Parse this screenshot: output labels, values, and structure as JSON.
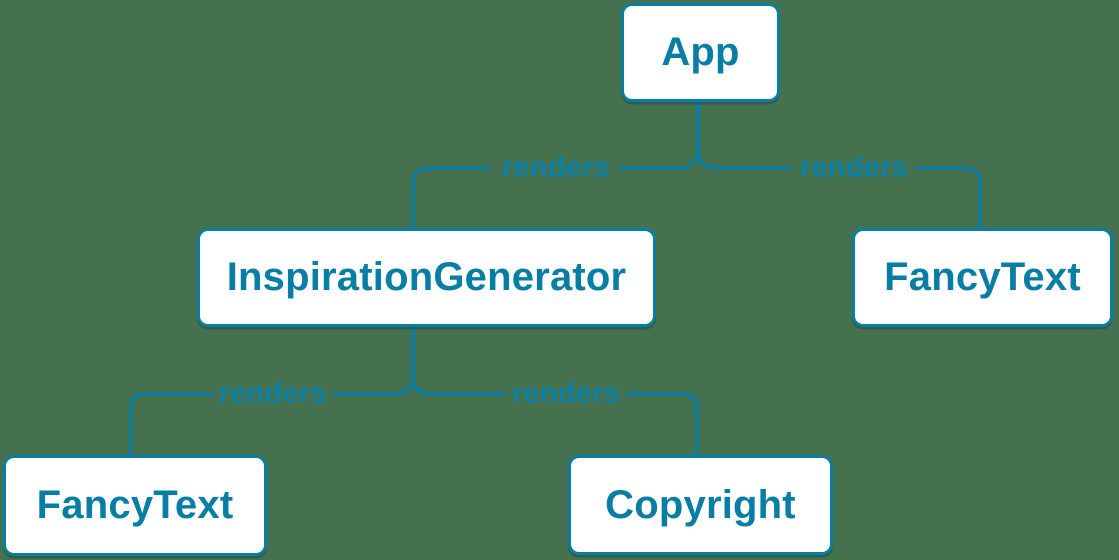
{
  "diagram": {
    "type": "render-tree",
    "colors": {
      "background": "#46714E",
      "accent_blue": "#087EA4",
      "node_fill": "#FFFFFF",
      "edge_label_blue": "#0A81A8"
    },
    "nodes": [
      {
        "id": "app",
        "label": "App"
      },
      {
        "id": "inspiration-generator",
        "label": "InspirationGenerator"
      },
      {
        "id": "fancy-text-right",
        "label": "FancyText"
      },
      {
        "id": "fancy-text-left",
        "label": "FancyText"
      },
      {
        "id": "copyright",
        "label": "Copyright"
      }
    ],
    "edges": [
      {
        "from": "App",
        "to": "InspirationGenerator",
        "label": "renders"
      },
      {
        "from": "App",
        "to": "FancyText",
        "label": "renders"
      },
      {
        "from": "InspirationGenerator",
        "to": "FancyText",
        "label": "renders"
      },
      {
        "from": "InspirationGenerator",
        "to": "Copyright",
        "label": "renders"
      }
    ]
  }
}
